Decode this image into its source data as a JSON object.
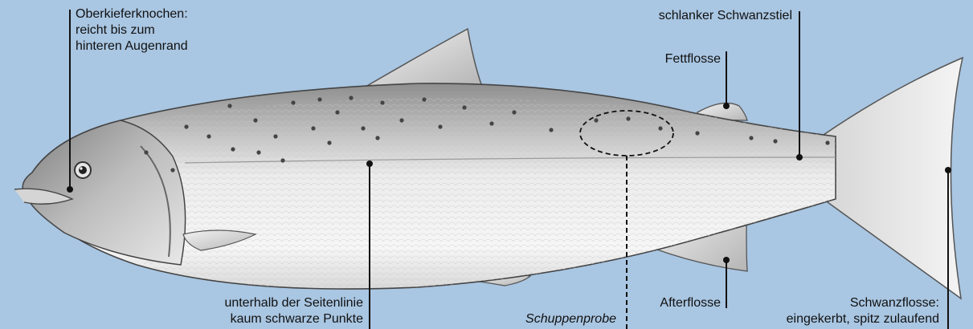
{
  "labels": {
    "maxilla": "Oberkieferknochen:\nreicht bis zum\nhinteren Augenrand",
    "caudal_peduncle": "schlanker Schwanzstiel",
    "adipose_fin": "Fettflosse",
    "lateral_line": "unterhalb der Seitenlinie\nkaum schwarze Punkte",
    "scale_sample": "Schuppenprobe",
    "anal_fin": "Afterflosse",
    "caudal_fin": "Schwanzflosse:\neingekerbt, spitz zulaufend"
  },
  "colors": {
    "background": "#a9c6e2",
    "body_light": "#efefef",
    "body_dark": "#9a9a9a",
    "spots": "#444444",
    "leader": "#111111"
  }
}
